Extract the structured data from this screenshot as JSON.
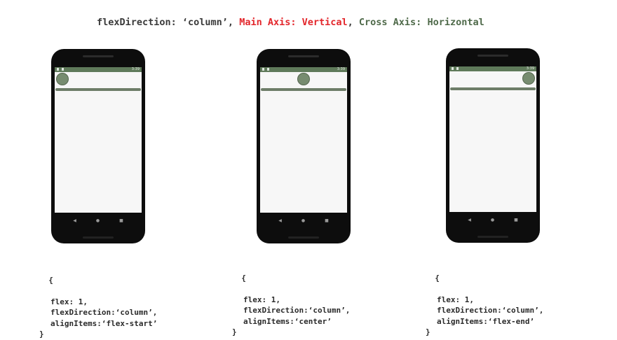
{
  "title": {
    "part1": "flexDirection: ‘column’, ",
    "part2": "Main Axis: Vertical",
    "part3": ", ",
    "part4": "Cross Axis: Horizontal"
  },
  "colors": {
    "title_dark": "#3a3a3a",
    "main_axis": "#e3262b",
    "cross_axis": "#4f6a4a",
    "status_bar": "#5f7a5a",
    "box": "#778c70"
  },
  "phones": [
    {
      "align": "flex-start",
      "status_time": "3:39",
      "nav": [
        "◀",
        "●",
        "■"
      ],
      "code": {
        "open": "{",
        "line1": "flex: 1,",
        "line2": "flexDirection:‘column’,",
        "line3": "alignItems:‘flex-start’",
        "close": "}"
      }
    },
    {
      "align": "center",
      "status_time": "3:39",
      "nav": [
        "◀",
        "●",
        "■"
      ],
      "code": {
        "open": "{",
        "line1": "flex: 1,",
        "line2": "flexDirection:‘column’,",
        "line3": "alignItems:‘center’",
        "close": "}"
      }
    },
    {
      "align": "flex-end",
      "status_time": "3:39",
      "nav": [
        "◀",
        "●",
        "■"
      ],
      "code": {
        "open": "{",
        "line1": "flex: 1,",
        "line2": "flexDirection:‘column’,",
        "line3": "alignItems:‘flex-end’",
        "close": "}"
      }
    }
  ]
}
